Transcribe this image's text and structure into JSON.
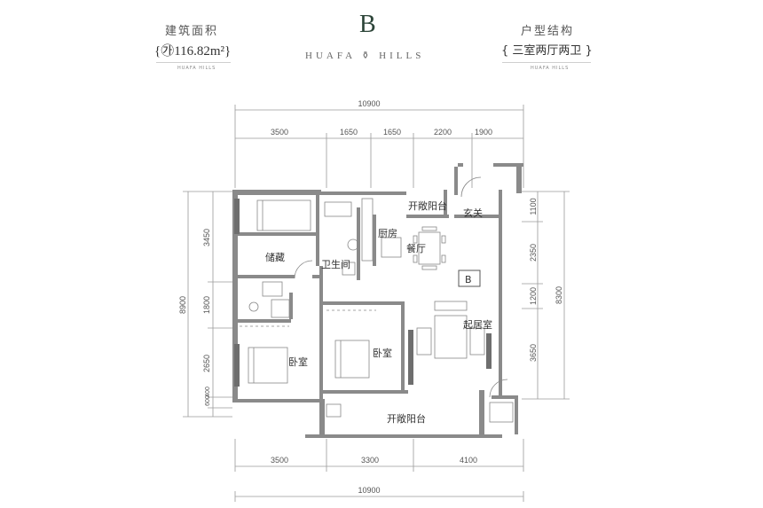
{
  "header": {
    "area_title": "建筑面积",
    "area_value": "{㉮116.82m²}",
    "area_sub": "HUAFA HILLS",
    "unit_letter": "B",
    "brand": "HUAFA ⚱ HILLS",
    "layout_title": "户型结构",
    "layout_value": "{ 三室两厅两卫 }",
    "layout_sub": "HUAFA HILLS"
  },
  "dimensions": {
    "top_total": "10900",
    "top_segments": [
      "3500",
      "1650",
      "1650",
      "2200",
      "1900"
    ],
    "bottom_segments": [
      "3500",
      "3300",
      "4100"
    ],
    "bottom_total": "10900",
    "left_total": "8900",
    "left_segments": [
      "3450",
      "1800",
      "2650",
      "600",
      "400"
    ],
    "right_segments": [
      "1100",
      "2350",
      "1200",
      "3650"
    ],
    "right_total": "8300"
  },
  "rooms": {
    "open_balcony_top": "开敞阳台",
    "foyer": "玄关",
    "kitchen": "厨房",
    "dining": "餐厅",
    "storage": "储藏",
    "bathroom": "卫生间",
    "unit_tag": "B",
    "living": "起居室",
    "bedroom_left": "卧室",
    "bedroom_mid": "卧室",
    "open_balcony_bottom": "开敞阳台"
  },
  "colors": {
    "wall": "#8a8a8a",
    "wall_dark": "#6e6e6e",
    "line": "#9a9a9a",
    "brand_green": "#2c4438"
  }
}
